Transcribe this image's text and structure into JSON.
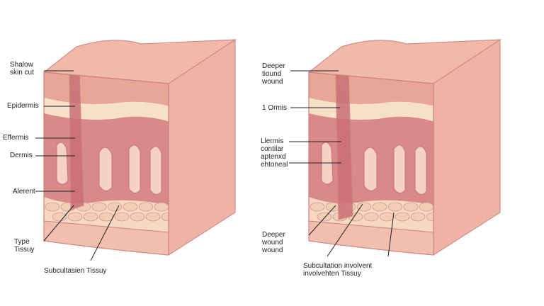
{
  "left_panel": {
    "labels": {
      "shallow_cut": "Shalow\nskin cut",
      "epidermis": "Epidermis",
      "effermis": "Effermis",
      "dermis": "Dermis",
      "alerent": "Alerent",
      "type_tissue": "Type\nTissuy",
      "subcutaneous": "Subcultasien Tissuy"
    }
  },
  "right_panel": {
    "labels": {
      "deeper_wound_top": "Deeper\ntiound\nwound",
      "ormis": "1 Ormis",
      "lermis_group": "Llermis\ncontilar\naptenxd\nehtoneal",
      "deeper_wound_bottom": "Deeper\nwound\nwound",
      "subcutaneous": "Subcultation involvent\ninvolvehten Tissuy"
    }
  },
  "colors": {
    "outline": "#c98080",
    "epidermis_top": "#f2b8a8",
    "epidermis_band": "#e9a595",
    "papillary": "#f6e0c8",
    "dermis": "#d98a88",
    "dermis_dark": "#c97075",
    "follicle": "#f5d2c2",
    "fat": "#f7d8c4",
    "fat_cell": "#f3ccb6",
    "side_face": "#eeb3a5",
    "bottom_face": "#f2bfae",
    "leader_line": "#222222"
  }
}
